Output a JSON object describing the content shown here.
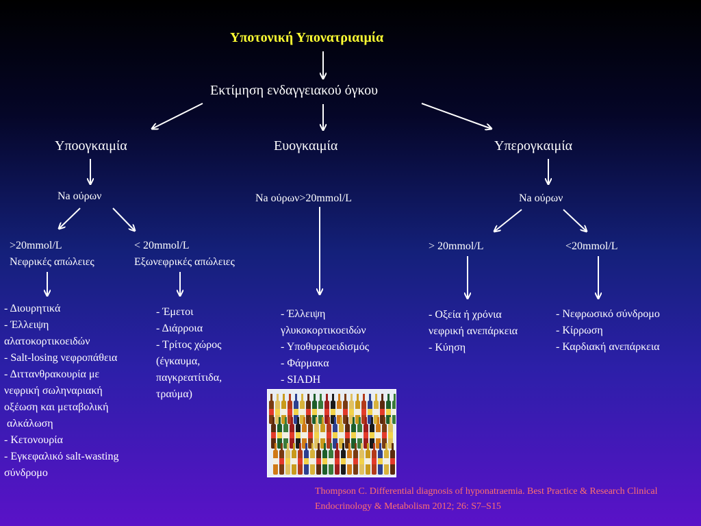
{
  "title": "Υποτονική Υπονατριαιμία",
  "assessment": "Εκτίμηση ενδαγγειακού όγκου",
  "branches": {
    "hypo": {
      "label": "Υποογκαιμία",
      "urine": "Na ούρων",
      "left": {
        "line1": ">20mmol/L",
        "line2": "Νεφρικές απώλειες",
        "causes": [
          "- Διουρητικά",
          "- Έλλειψη",
          "αλατοκορτικοειδών",
          "- Salt-losing νεφροπάθεια",
          "- Διττανθρακουρία με",
          "νεφρική σωληναριακή",
          "οξέωση και μεταβολική",
          " αλκάλωση",
          "- Κετονουρία",
          "- Εγκεφαλικό salt-wasting",
          "σύνδρομο"
        ]
      },
      "right": {
        "line1": "< 20mmol/L",
        "line2": "Εξωνεφρικές απώλειες",
        "causes": [
          "- Έμετοι",
          "- Διάρροια",
          "- Τρίτος χώρος",
          "(έγκαυμα,",
          "παγκρεατίτιδα,",
          "τραύμα)"
        ]
      }
    },
    "eu": {
      "label": "Ευογκαιμία",
      "urine": "Na ούρων>20mmol/L",
      "causes": [
        "- Έλλειψη",
        "γλυκοκορτικοειδών",
        "- Υποθυρεοειδισμός",
        "- Φάρμακα",
        "- SIADH"
      ]
    },
    "hyper": {
      "label": "Υπερογκαιμία",
      "urine": "Na ούρων",
      "left": {
        "line1": "> 20mmol/L",
        "causes": [
          "- Οξεία ή χρόνια",
          "νεφρική ανεπάρκεια",
          "- Κύηση"
        ]
      },
      "right": {
        "line1": "<20mmol/L",
        "causes": [
          "- Νεφρωσικό σύνδρομο",
          "- Κίρρωση",
          "- Καρδιακή ανεπάρκεια"
        ]
      }
    }
  },
  "reference": "Thompson C. Differential diagnosis of hyponatraemia. Best Practice & Research Clinical Endocrinology & Metabolism 2012; 26: S7–S15",
  "colors": {
    "title": "#ffff33",
    "text": "#ffffff",
    "reference": "#ff7070"
  }
}
